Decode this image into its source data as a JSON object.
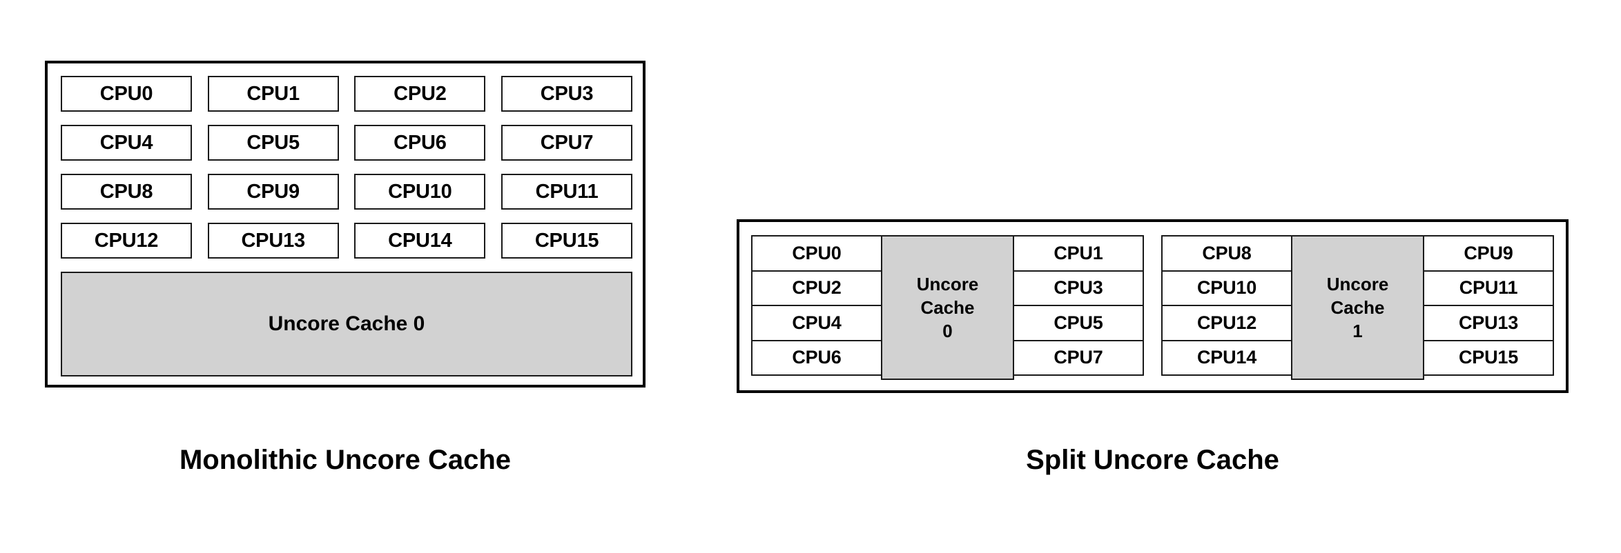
{
  "figure": {
    "background_color": "#ffffff",
    "line_color": "#000000",
    "cache_fill_color": "#d2d2d2",
    "cpu_fill_color": "#ffffff"
  },
  "panels": [
    {
      "id": "monolithic",
      "caption": "Monolithic Uncore Cache",
      "cpu_grid": {
        "columns": 4,
        "rows": 4,
        "labels": [
          "CPU0",
          "CPU1",
          "CPU2",
          "CPU3",
          "CPU4",
          "CPU5",
          "CPU6",
          "CPU7",
          "CPU8",
          "CPU9",
          "CPU10",
          "CPU11",
          "CPU12",
          "CPU13",
          "CPU14",
          "CPU15"
        ]
      },
      "caches": [
        {
          "label": "Uncore Cache 0"
        }
      ]
    },
    {
      "id": "split",
      "caption": "Split Uncore Cache",
      "groups": [
        {
          "left_column": [
            "CPU0",
            "CPU2",
            "CPU4",
            "CPU6"
          ],
          "cache_label_line1": "Uncore",
          "cache_label_line2": "Cache",
          "cache_label_line3": "0",
          "right_column": [
            "CPU1",
            "CPU3",
            "CPU5",
            "CPU7"
          ]
        },
        {
          "left_column": [
            "CPU8",
            "CPU10",
            "CPU12",
            "CPU14"
          ],
          "cache_label_line1": "Uncore",
          "cache_label_line2": "Cache",
          "cache_label_line3": "1",
          "right_column": [
            "CPU9",
            "CPU11",
            "CPU13",
            "CPU15"
          ]
        }
      ]
    }
  ]
}
